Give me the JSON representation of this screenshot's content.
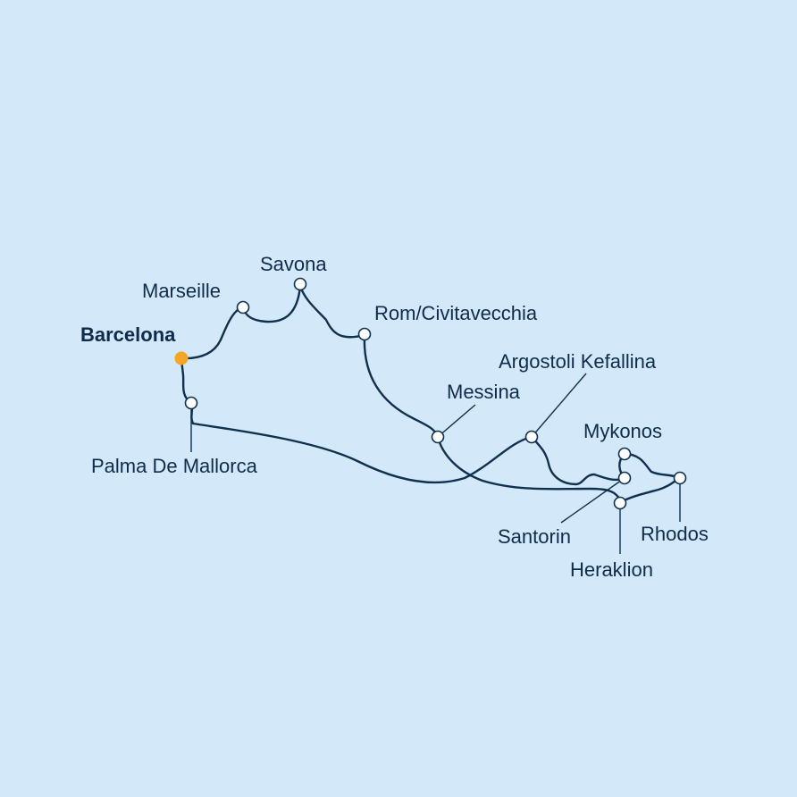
{
  "map": {
    "start_port": "Barcelona",
    "ports": {
      "barcelona": "Barcelona",
      "marseille": "Marseille",
      "savona": "Savona",
      "rom_civitavecchia": "Rom/Civitavecchia",
      "messina": "Messina",
      "argostoli": "Argostoli Kefallina",
      "mykonos": "Mykonos",
      "santorin": "Santorin",
      "heraklion": "Heraklion",
      "rhodos": "Rhodos",
      "palma": "Palma De Mallorca"
    },
    "colors": {
      "sea": "#d3e8f8",
      "route": "#10304e",
      "port_marker_fill": "#ffffff",
      "start_marker": "#f5a623",
      "label_text": "#0f2c4a"
    }
  }
}
